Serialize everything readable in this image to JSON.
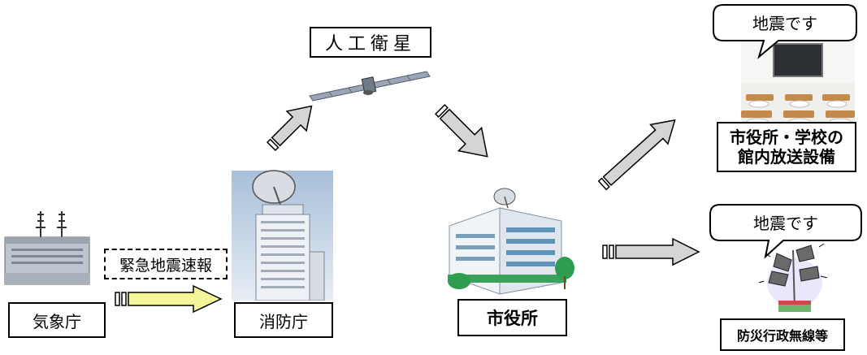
{
  "nodes": {
    "jma": {
      "label": "気象庁"
    },
    "fire_agency": {
      "label": "消防庁"
    },
    "satellite": {
      "label": "人工衛星"
    },
    "city_hall": {
      "label": "市役所"
    },
    "broadcast": {
      "line1": "市役所・学校の",
      "line2": "館内放送設備"
    },
    "radio": {
      "label": "防災行政無線等"
    }
  },
  "message": {
    "label": "緊急地震速報"
  },
  "bubbles": {
    "top": "地震です",
    "bottom": "地震です"
  },
  "colors": {
    "yellow_arrow": "#f5f59a",
    "gray_arrow": "#d4d4d4",
    "sky": "#9fb9d6",
    "building": "#e8ecf1",
    "green": "#2e9d4f"
  }
}
